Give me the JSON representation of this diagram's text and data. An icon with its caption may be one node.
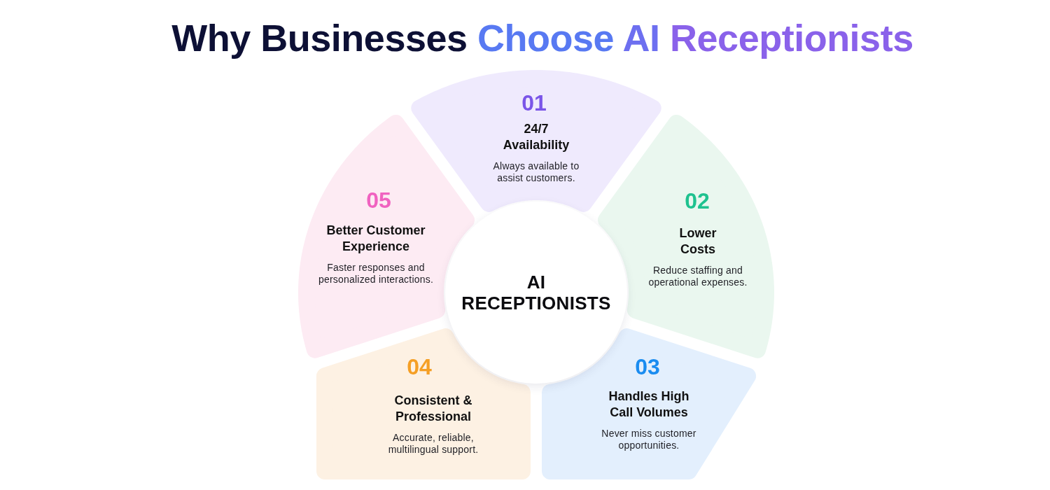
{
  "diagram": {
    "title": "Why Businesses Choose AI Receptionists",
    "nodes": [
      {
        "text": [
          "01",
          "24/7 Availability",
          "Always available to assist customers."
        ]
      },
      {
        "text": [
          "02",
          "Lower Costs",
          "Reduce staffing and operational expenses."
        ]
      },
      {
        "text": [
          "03",
          "Handles High Call Volumes",
          "Never miss customer opportunities."
        ]
      },
      {
        "text": [
          "04",
          "Consistent & Professional",
          "Accurate, reliable, multilingual support."
        ]
      },
      {
        "text": [
          "05",
          "Better Customer Experience",
          "Faster responses and personalized interactions."
        ]
      },
      {
        "text": [
          "AI RECEPTIONISTS"
        ]
      }
    ]
  }
}
